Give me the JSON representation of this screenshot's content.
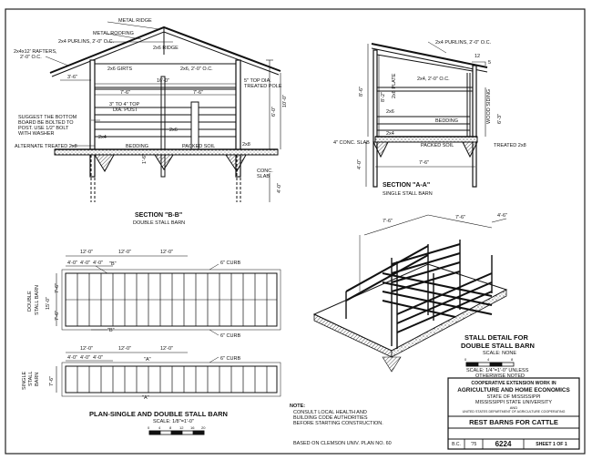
{
  "section_bb": {
    "title": "SECTION \"B-B\"",
    "subtitle": "DOUBLE STALL BARN",
    "labels": {
      "metal_ridge": "METAL RIDGE",
      "metal_roofing": "METAL ROOFING",
      "purlins": "2x4 PURLINS, 2'-0\" O.C.",
      "ridge_2x6": "2x6 RIDGE",
      "rafters_1": "2x4x12' RAFTERS,",
      "rafters_2": "2'-0\" O.C.",
      "girts": "2x6 GIRTS",
      "girts_oc": "2x6, 2'-0\" O.C.",
      "overhang": "3'-6\"",
      "width_16": "16'-0\"",
      "bay_left": "7'-6\"",
      "bay_right": "7'-6\"",
      "pole_1": "5\" TOP DIA.",
      "pole_2": "TREATED POLE",
      "post_1": "3\" TO 4\" TOP",
      "post_2": "DIA. POST",
      "suggest_1": "SUGGEST THE BOTTOM",
      "suggest_2": "BOARD BE BOLTED TO",
      "suggest_3": "POST. USE 1/2\" BOLT",
      "suggest_4": "WITH WASHER",
      "alt_treated": "ALTERNATE TREATED 2x8",
      "bedding": "BEDDING",
      "packed_soil": "PACKED SOIL",
      "conc_slab_1": "CONC.",
      "conc_slab_2": "SLAB",
      "h_10": "10'-0\"",
      "h_6": "6'-0\"",
      "d_1": "1'-6\"",
      "d_4": "4'-0\"",
      "b_2x4": "2x4",
      "b_2x8": "2x8",
      "b_2x6": "2x6"
    }
  },
  "section_aa": {
    "title": "SECTION \"A-A\"",
    "subtitle": "SINGLE STALL BARN",
    "labels": {
      "purlins": "2x4 PURLINS, 2'-0\" O.C.",
      "pitch": "12",
      "pitch_rise": "5",
      "h_8_6": "8'-6\"",
      "h_8_2": "8'-2\"",
      "plate": "2x8 PLATE",
      "oc": "2x4, 2'-0\" O.C.",
      "wood_siding": "WOOD SIDING",
      "h_6_3": "6'-3\"",
      "bedding": "BEDDING",
      "packed_soil": "PACKED SOIL",
      "conc_slab": "4\" CONC. SLAB",
      "treated": "TREATED 2x8",
      "d_4": "4'-0\"",
      "w_7_6": "7'-6\"",
      "b_2x4": "2x4",
      "b_2x6": "2x6"
    }
  },
  "plan": {
    "title": "PLAN-SINGLE AND DOUBLE STALL BARN",
    "scale": "SCALE: 1/8\"=1'-0\"",
    "scale_ticks": [
      "0",
      "4",
      "8",
      "12",
      "16",
      "20"
    ],
    "double": {
      "dims_top": [
        "12'-0\"",
        "12'-0\"",
        "12'-0\""
      ],
      "dims_sub": [
        "4'-0\"",
        "4'-0\"",
        "4'-0\""
      ],
      "label_b": "\"B\"",
      "curb": "6\" CURB",
      "side_label_1": "DOUBLE",
      "side_label_2": "STALL BARN",
      "h_15": "15'-0\"",
      "h_7_6a": "7'-6\"",
      "h_7_6b": "7'-6\"",
      "marker_b": "\"B\"",
      "curb_bottom": "6\" CURB"
    },
    "single": {
      "dims_top": [
        "12'-0\"",
        "12'-0\"",
        "12'-0\""
      ],
      "dims_sub": [
        "4'-0\"",
        "4'-0\"",
        "4'-0\""
      ],
      "label_a": "\"A\"",
      "curb": "6\" CURB",
      "side_label_1": "SINGLE",
      "side_label_2": "STALL",
      "side_label_3": "BARN",
      "h_7_6": "7'-6\"",
      "marker_a": "\"A\""
    }
  },
  "stall_detail": {
    "title_1": "STALL DETAIL FOR",
    "title_2": "DOUBLE STALL BARN",
    "scale": "SCALE: NONE",
    "dim_7_6a": "7'-6\"",
    "dim_7_6b": "7'-6\"",
    "dim_4_6": "4'-6\""
  },
  "scale_note": {
    "ticks": [
      "0",
      "4",
      "8"
    ],
    "text_1": "SCALE: 1/4\"=1'-0\" UNLESS",
    "text_2": "OTHERWISE NOTED"
  },
  "note": {
    "heading": "NOTE:",
    "lines": [
      "CONSULT LOCAL HEALTH AND",
      "BUILDING CODE AUTHORITIES",
      "BEFORE STARTING CONSTRUCTION."
    ]
  },
  "footer": "BASED ON CLEMSON UNIV. PLAN NO. 60",
  "title_block": {
    "line1": "COOPERATIVE EXTENSION WORK IN",
    "line2": "AGRICULTURE AND HOME ECONOMICS",
    "line3": "STATE OF MISSISSIPPI",
    "line4": "MISSISSIPPI STATE UNIVERSITY",
    "line5": "AND",
    "line6": "UNITED STATES DEPARTMENT OF AGRICULTURE COOPERATING",
    "drawing_title": "REST BARNS FOR CATTLE",
    "code": "B.C.",
    "year": "'75",
    "number": "6224",
    "sheet": "SHEET 1 OF 1"
  }
}
